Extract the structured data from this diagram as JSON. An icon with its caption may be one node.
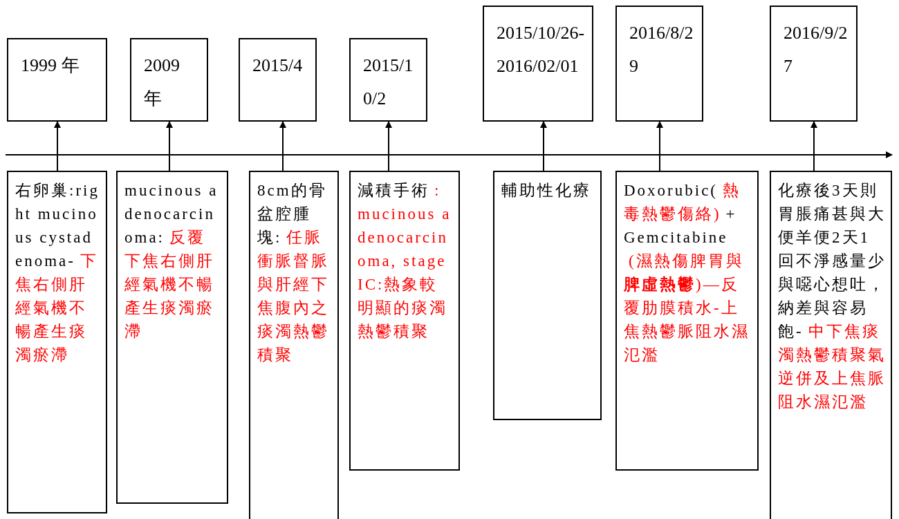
{
  "diagram": {
    "nodes": [
      {
        "text": [
          "1999 年"
        ]
      },
      {
        "text": [
          "2009 年"
        ]
      },
      {
        "text": [
          "2015/4"
        ]
      },
      {
        "text": [
          "2015/10/2"
        ]
      },
      {
        "text": [
          "2015/10/26-2016/02/01"
        ]
      },
      {
        "text": [
          "2016/8/29"
        ]
      },
      {
        "text": [
          "2016/9/27"
        ]
      },
      {
        "text": [
          "右卵巢:right mucinous cystadenoma-",
          "下焦右側肝經氣機不暢產生痰濁瘀滯"
        ]
      },
      {
        "text": [
          "mucinous adenocarcinoma:",
          "反覆下焦右側肝經氣機不暢產生痰濁瘀滯"
        ]
      },
      {
        "text": [
          "8cm的骨盆腔腫塊:",
          "任脈衝脈督脈與肝經下焦腹內之痰濁熱鬱積聚"
        ]
      },
      {
        "text": [
          "減積手術",
          ":mucinous adenocarcinoma, stage IC:熱象較明顯的痰濁熱鬱積聚"
        ]
      },
      {
        "text": [
          "輔助性化療"
        ]
      },
      {
        "text": [
          "Doxorubic(",
          "熱毒熱鬱傷絡)",
          "+ Gemcitabine",
          "(濕熱傷脾胃與**脾虛熱鬱**)—反覆肋膜積水-上焦熱鬱脈阻水濕氾濫"
        ]
      },
      {
        "text": [
          "化療後3天則胃脹痛甚與大便羊便2天1回不淨感量少與噁心想吐，納差與容易飽-",
          "中下焦痰濁熱鬱積聚氣逆併及上焦脈阻水濕氾濫"
        ]
      }
    ],
    "edges": [
      {
        "from": 7,
        "to": 0,
        "arrow": "to"
      },
      {
        "from": 8,
        "to": 1,
        "arrow": "to"
      },
      {
        "from": 9,
        "to": 2,
        "arrow": "to"
      },
      {
        "from": 10,
        "to": 3,
        "arrow": "to"
      },
      {
        "from": 11,
        "to": 4,
        "arrow": "to"
      },
      {
        "from": 12,
        "to": 5,
        "arrow": "to"
      },
      {
        "from": 13,
        "to": 6,
        "arrow": "to"
      }
    ]
  }
}
